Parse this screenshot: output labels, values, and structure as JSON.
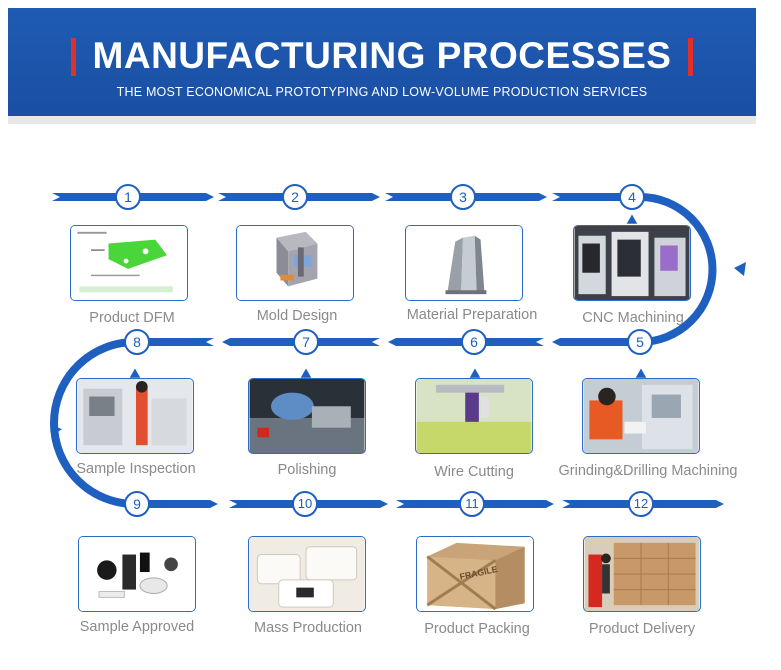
{
  "header": {
    "title": "MANUFACTURING PROCESSES",
    "subtitle": "THE MOST ECONOMICAL PROTOTYPING AND LOW-VOLUME PRODUCTION SERVICES"
  },
  "colors": {
    "banner": "#1a4fa3",
    "accent_bar": "#e0302b",
    "flow": "#1e5fbf",
    "label": "#8a8a8a"
  },
  "steps": [
    {
      "number": "1",
      "label": "Product DFM"
    },
    {
      "number": "2",
      "label": "Mold Design"
    },
    {
      "number": "3",
      "label": "Material Preparation"
    },
    {
      "number": "4",
      "label": "CNC Machining"
    },
    {
      "number": "5",
      "label": "Grinding&Drilling Machining"
    },
    {
      "number": "6",
      "label": "Wire Cutting"
    },
    {
      "number": "7",
      "label": "Polishing"
    },
    {
      "number": "8",
      "label": "Sample Inspection"
    },
    {
      "number": "9",
      "label": "Sample Approved"
    },
    {
      "number": "10",
      "label": "Mass Production"
    },
    {
      "number": "11",
      "label": "Product Packing"
    },
    {
      "number": "12",
      "label": "Product Delivery"
    }
  ],
  "photo_text": {
    "crate": "FRAGILE"
  }
}
